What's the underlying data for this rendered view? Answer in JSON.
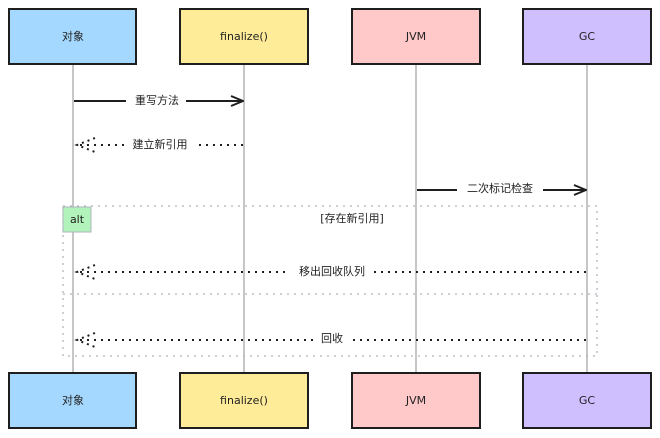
{
  "diagram": {
    "type": "sequence",
    "participants": [
      {
        "id": "obj",
        "label": "对象",
        "color": "#a5d8ff"
      },
      {
        "id": "fin",
        "label": "finalize()",
        "color": "#ffec99"
      },
      {
        "id": "jvm",
        "label": "JVM",
        "color": "#ffc9c9"
      },
      {
        "id": "gc",
        "label": "GC",
        "color": "#d0bfff"
      }
    ],
    "messages": [
      {
        "from": "obj",
        "to": "fin",
        "label": "重写方法",
        "style": "solid"
      },
      {
        "from": "fin",
        "to": "obj",
        "label": "建立新引用",
        "style": "dotted"
      },
      {
        "from": "jvm",
        "to": "gc",
        "label": "二次标记检查",
        "style": "solid"
      },
      {
        "from": "gc",
        "to": "obj",
        "label": "移出回收队列",
        "style": "dotted"
      },
      {
        "from": "gc",
        "to": "obj",
        "label": "回收",
        "style": "dotted"
      }
    ],
    "fragment": {
      "kind": "alt",
      "condition": "[存在新引用]",
      "tag_color": "#b2f2bb"
    }
  }
}
